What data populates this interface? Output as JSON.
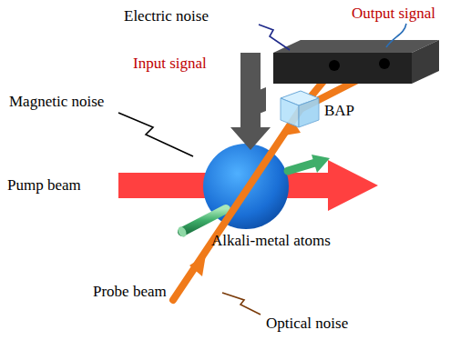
{
  "diagram": {
    "labels": [
      "Electric noise",
      "Output signal",
      "Input signal",
      "Magnetic noise",
      "BAP",
      "Pump beam",
      "Alkali-metal atoms",
      "Probe beam",
      "Optical noise"
    ]
  }
}
